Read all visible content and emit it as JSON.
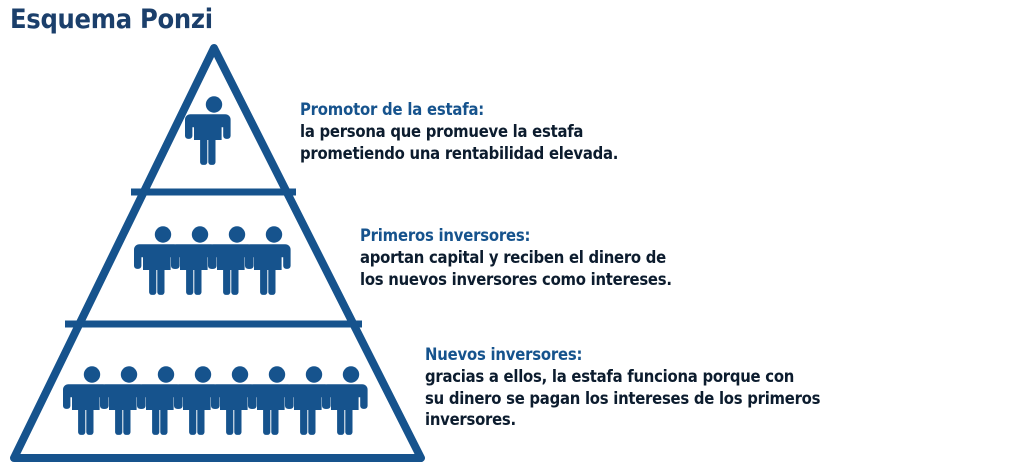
{
  "page": {
    "title": "Esquema Ponzi",
    "background_color": "#ffffff"
  },
  "colors": {
    "title_navy": "#1b3f6b",
    "pyramid_blue": "#16538d",
    "figure_blue": "#16538d",
    "heading_blue": "#16538d",
    "body_text": "#0c1c2e"
  },
  "diagram": {
    "type": "pyramid",
    "shape_name": "ponzi-pyramid",
    "tier_count": 3,
    "tiers": [
      {
        "id": "top",
        "name": "promotor",
        "figure_count": 1,
        "figure_icon": "person-icon"
      },
      {
        "id": "middle",
        "name": "primeros-inversores",
        "figure_count": 4,
        "figure_icon": "person-icon"
      },
      {
        "id": "bottom",
        "name": "nuevos-inversores",
        "figure_count": 8,
        "figure_icon": "person-icon"
      }
    ]
  },
  "callouts": [
    {
      "id": "promotor",
      "heading": "Promotor de la estafa:",
      "lines": [
        "la persona que promueve la estafa",
        "prometiendo una rentabilidad elevada."
      ]
    },
    {
      "id": "primeros",
      "heading": "Primeros inversores:",
      "lines": [
        "aportan capital y reciben el dinero de",
        "los nuevos inversores como intereses."
      ]
    },
    {
      "id": "nuevos",
      "heading": "Nuevos inversores:",
      "lines": [
        "gracias a ellos, la estafa funciona porque con",
        "su dinero se pagan los intereses de los primeros",
        "inversores."
      ]
    }
  ]
}
